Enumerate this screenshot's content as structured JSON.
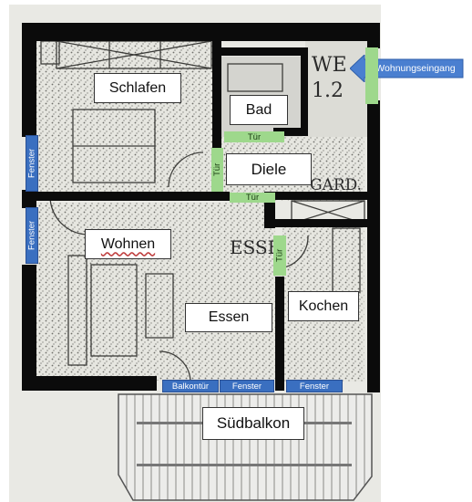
{
  "rooms": {
    "schlafen": "Schlafen",
    "bad": "Bad",
    "diele": "Diele",
    "wohnen": "Wohnen",
    "essen": "Essen",
    "kochen": "Kochen",
    "suedbalkon": "Südbalkon"
  },
  "doors": {
    "tuer_bad": "Tür",
    "tuer_schlafen": "Tür",
    "tuer_wohnen": "Tür",
    "tuer_kochen": "Tür"
  },
  "windows": {
    "fenster_schlafen": "Fenster",
    "fenster_wohnen": "Fenster",
    "fenster_essen": "Fenster",
    "fenster_kochen": "Fenster",
    "balkontuer": "Balkontür"
  },
  "entrance": {
    "label": "Wohnungseingang"
  },
  "plan_text": {
    "we": "WE",
    "unit": "1.2",
    "gard": "GARD.",
    "esse": "ESSE"
  },
  "colors": {
    "wall": "#0b0b0b",
    "paper": "#e9e9e4",
    "hatch": "#7a7a74",
    "window_tag": "#3a6fc0",
    "door_tag": "#9ed88c",
    "label_bg": "#ffffff"
  }
}
